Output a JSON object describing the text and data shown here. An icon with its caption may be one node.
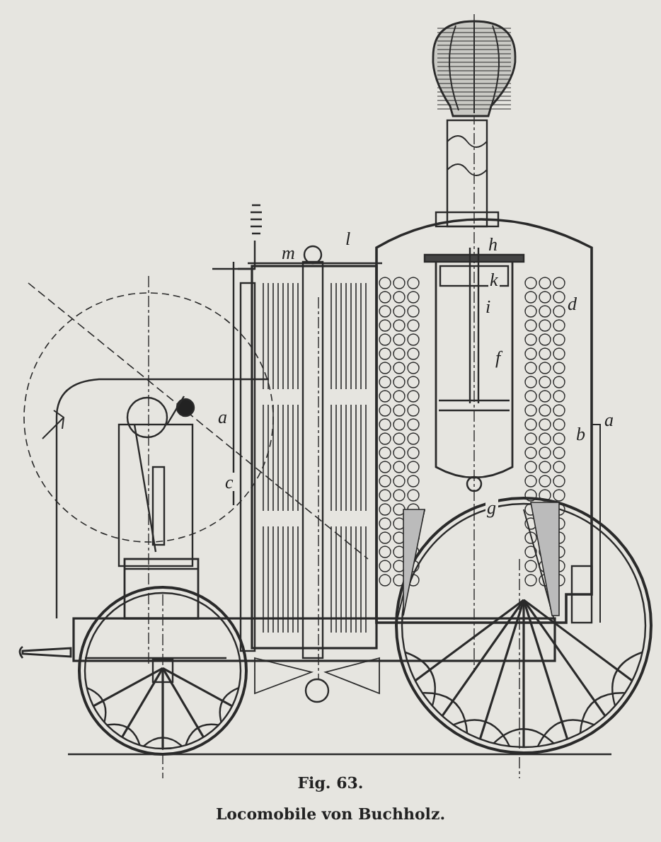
{
  "diagram": {
    "title": "Fig. 63.",
    "caption": "Locomobile von Buchholz.",
    "labels": [
      "l",
      "m",
      "h",
      "k",
      "i",
      "d",
      "f",
      "a",
      "c",
      "a",
      "b",
      "g"
    ]
  }
}
